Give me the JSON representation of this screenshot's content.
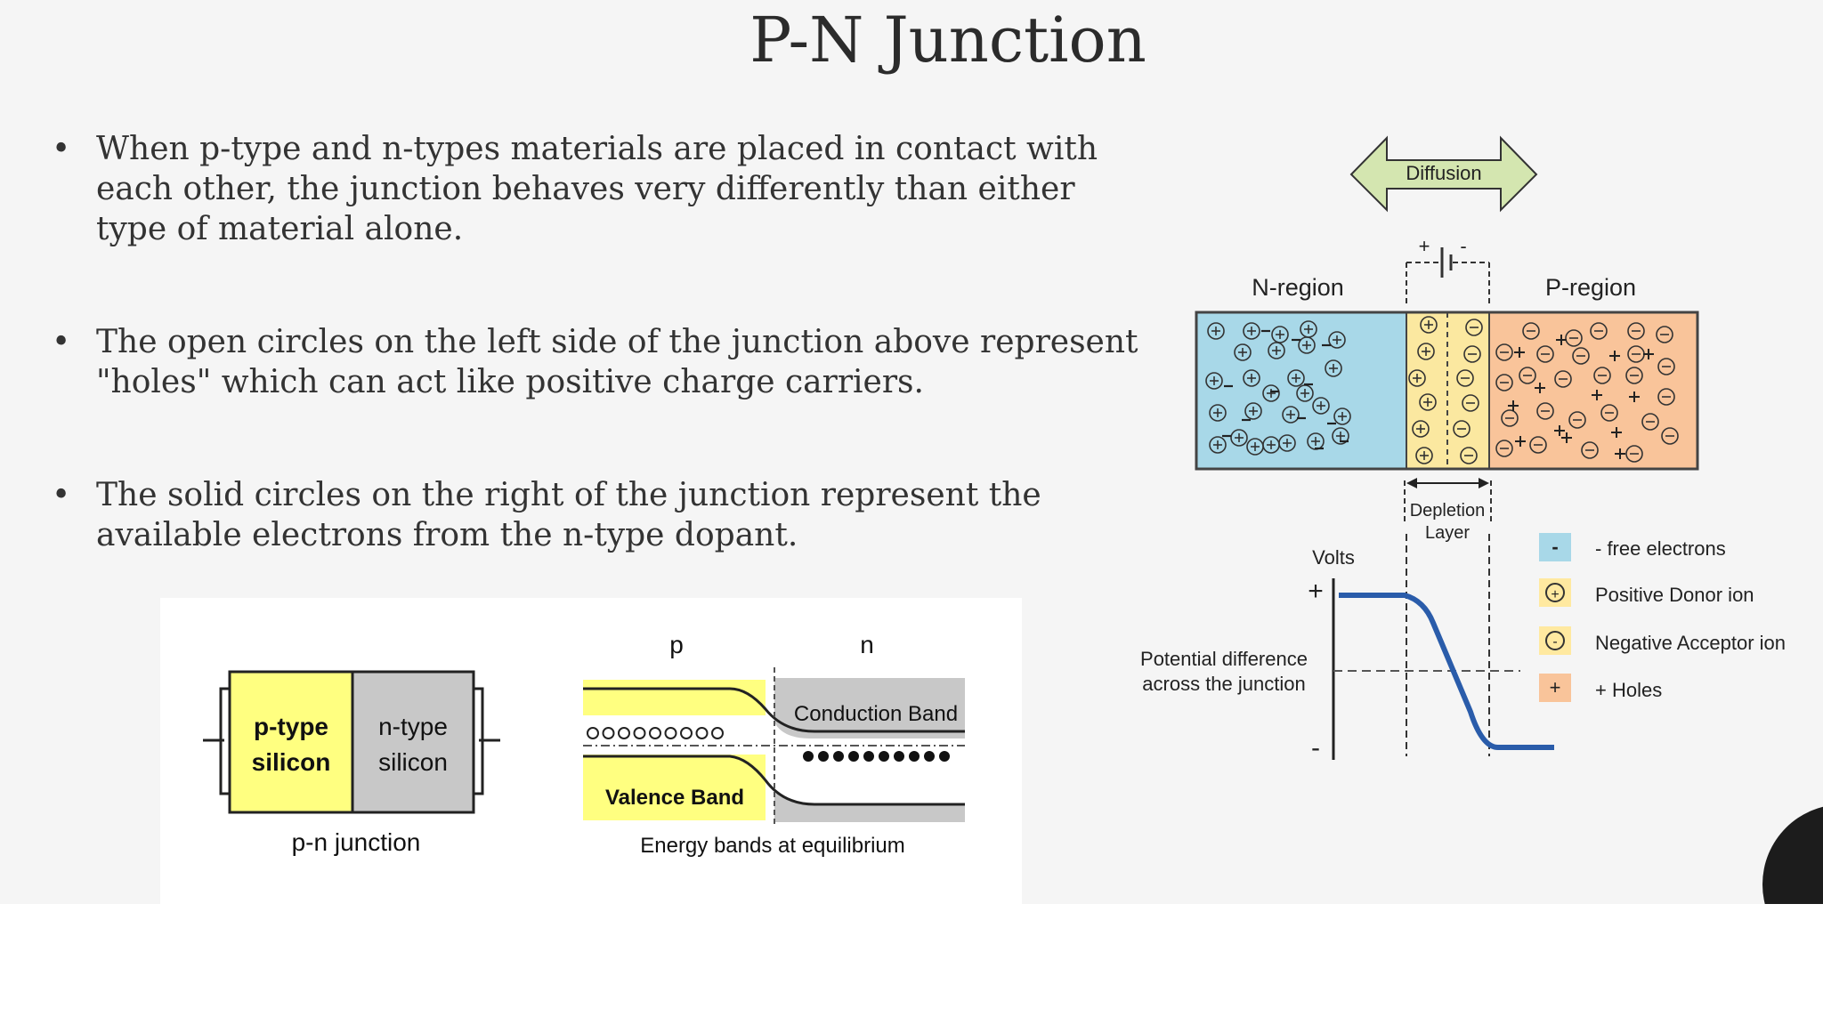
{
  "slide": {
    "title": "P-N Junction",
    "bullet_char": "•",
    "bullets": [
      "When p-type and n-types materials are placed in contact with each other, the junction behaves very differently than either type of material alone.",
      "The open circles on the left side of the junction above represent \"holes\"  which can act like positive charge carriers.",
      "The solid circles on the right of the junction represent the available electrons from the n-type dopant."
    ]
  },
  "bottom_figure": {
    "p_label": "p-type",
    "p_label2": "silicon",
    "n_label": "n-type",
    "n_label2": "silicon",
    "junction_caption": "p-n junction",
    "band_p": "p",
    "band_n": "n",
    "conduction_band": "Conduction Band",
    "valence_band": "Valence Band",
    "bands_caption": "Energy bands at equilibrium",
    "colors": {
      "p_yellow": "#ffff80",
      "n_gray": "#c8c8c8"
    }
  },
  "right_figure": {
    "diffusion": "Diffusion",
    "n_region": "N-region",
    "p_region": "P-region",
    "battery_plus": "+",
    "battery_minus": "-",
    "depletion_1": "Depletion",
    "depletion_2": "Layer",
    "volts": "Volts",
    "axis_plus": "+",
    "axis_minus": "-",
    "potential_1": "Potential difference",
    "potential_2": "across the junction",
    "legend": [
      {
        "symbol": "-",
        "label": "- free electrons",
        "color": "#a8d8e8"
      },
      {
        "symbol": "+",
        "label": "Positive Donor ion",
        "color": "#ffe9a0",
        "icon": "plus-circle-icon"
      },
      {
        "symbol": "-",
        "label": "Negative Acceptor ion",
        "color": "#ffe9a0",
        "icon": "minus-circle-icon"
      },
      {
        "symbol": "+",
        "label": "+ Holes",
        "color": "#f9c49a"
      }
    ],
    "colors": {
      "n_blue": "#a8d8e8",
      "depletion_yellow": "#fbe8a0",
      "p_orange": "#f9c49a",
      "curve": "#2a5caa",
      "arrow_green": "#d4e6b0"
    }
  }
}
